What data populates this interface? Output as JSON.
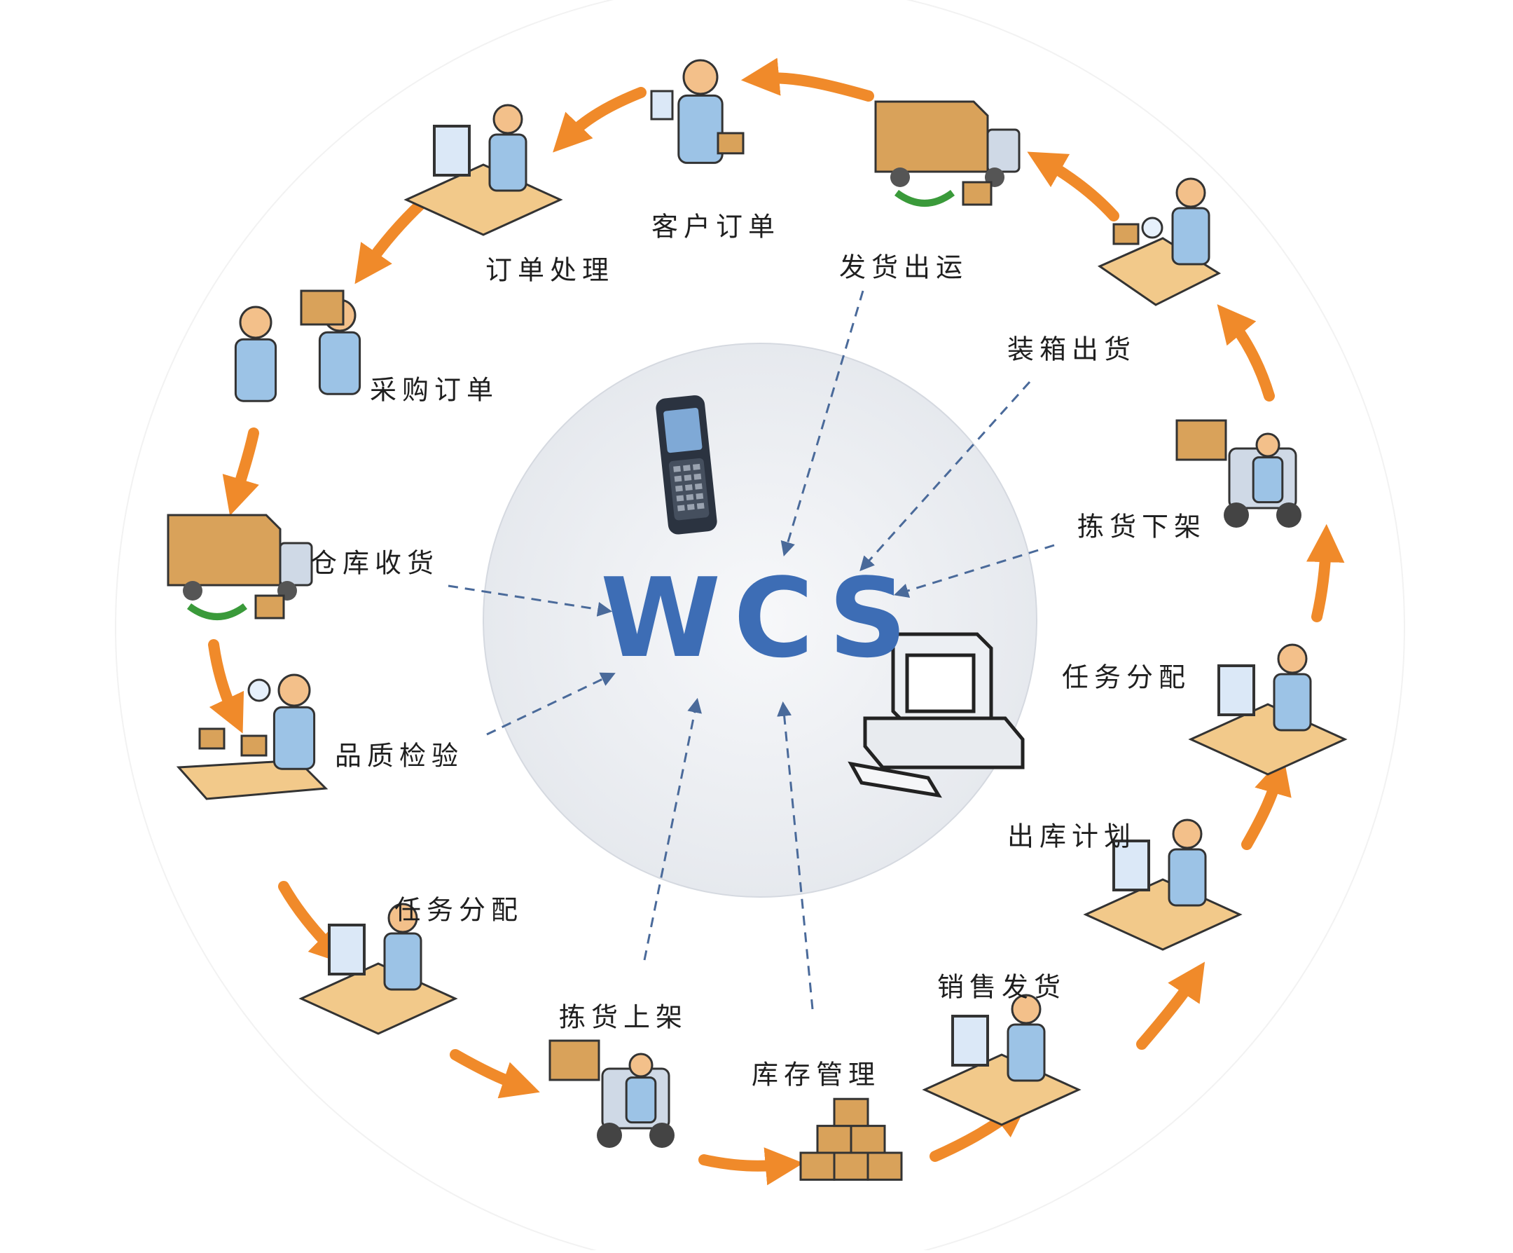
{
  "center": {
    "label": "WCS"
  },
  "stations": [
    {
      "id": "customer-order",
      "label": "客户订单",
      "icon": "person-with-tablet-icon"
    },
    {
      "id": "order-processing",
      "label": "订单处理",
      "icon": "person-at-computer-icon"
    },
    {
      "id": "purchase-order",
      "label": "采购订单",
      "icon": "people-handing-box-icon"
    },
    {
      "id": "warehouse-receive",
      "label": "仓库收货",
      "icon": "delivery-truck-icon"
    },
    {
      "id": "quality-inspection",
      "label": "品质检验",
      "icon": "inspector-conveyor-icon"
    },
    {
      "id": "task-assign-left",
      "label": "任务分配",
      "icon": "person-at-computer-icon"
    },
    {
      "id": "putaway",
      "label": "拣货上架",
      "icon": "forklift-icon"
    },
    {
      "id": "inventory",
      "label": "库存管理",
      "icon": "box-stack-icon"
    },
    {
      "id": "sales-shipping",
      "label": "销售发货",
      "icon": "person-at-desk-map-icon"
    },
    {
      "id": "outbound-plan",
      "label": "出库计划",
      "icon": "person-at-computer-icon"
    },
    {
      "id": "task-assign-right",
      "label": "任务分配",
      "icon": "person-at-computer-icon"
    },
    {
      "id": "picking",
      "label": "拣货下架",
      "icon": "forklift-icon"
    },
    {
      "id": "packing",
      "label": "装箱出货",
      "icon": "packing-station-icon"
    },
    {
      "id": "dispatch",
      "label": "发货出运",
      "icon": "delivery-truck-icon"
    }
  ],
  "center_icons": [
    "handheld-scanner-icon",
    "desktop-computer-icon"
  ],
  "colors": {
    "arrow": "#f08a2a",
    "center_text": "#3d6db5",
    "dashed": "#4a6a9a",
    "circle_fill": "#eef0f4",
    "platform": "#f2c98a",
    "person": "#9cc3e6",
    "box": "#d9a25a"
  }
}
